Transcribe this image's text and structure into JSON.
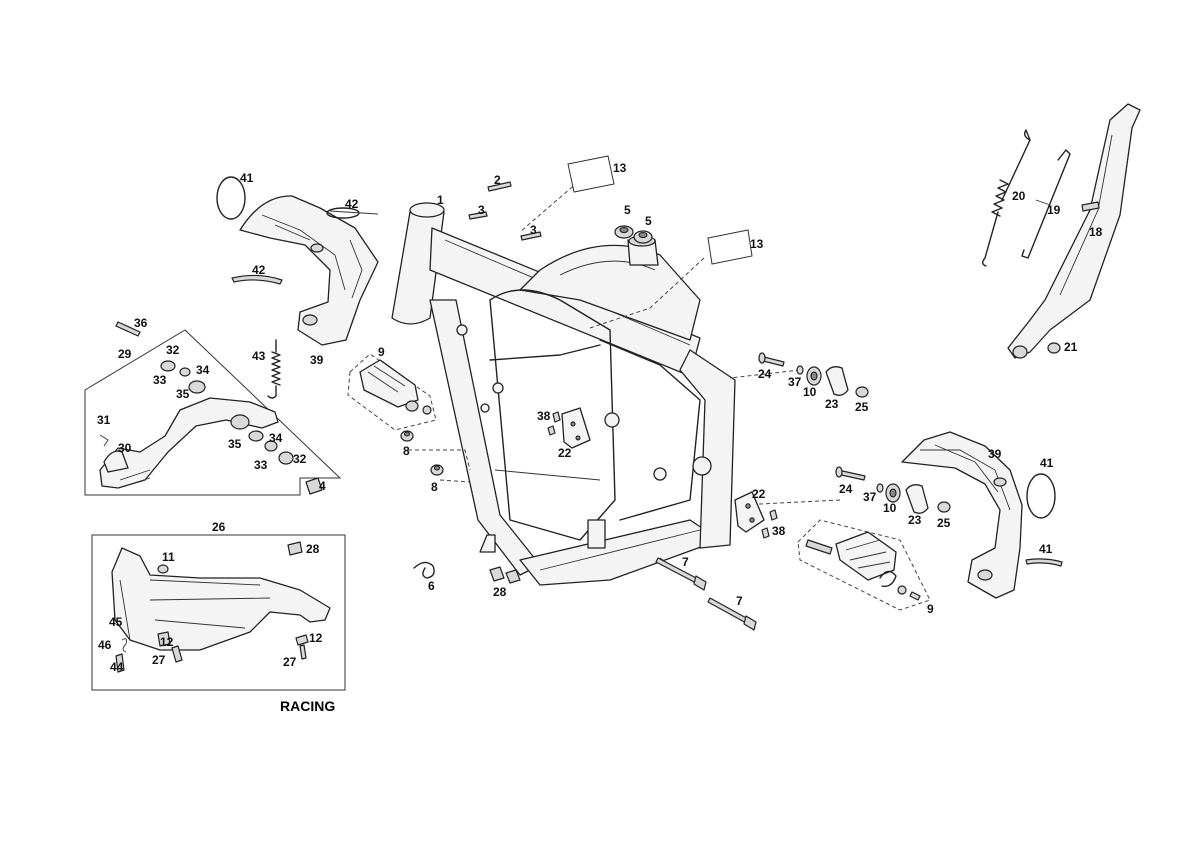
{
  "diagram": {
    "caption": "RACING",
    "callouts": {
      "c1": "1",
      "c2": "2",
      "c3a": "3",
      "c3b": "3",
      "c4": "4",
      "c5a": "5",
      "c5b": "5",
      "c6": "6",
      "c7a": "7",
      "c7b": "7",
      "c8a": "8",
      "c8b": "8",
      "c9a": "9",
      "c9b": "9",
      "c10a": "10",
      "c10b": "10",
      "c11": "11",
      "c12a": "12",
      "c12b": "12",
      "c13a": "13",
      "c13b": "13",
      "c18": "18",
      "c19": "19",
      "c20": "20",
      "c21": "21",
      "c22a": "22",
      "c22b": "22",
      "c23a": "23",
      "c23b": "23",
      "c24a": "24",
      "c24b": "24",
      "c25a": "25",
      "c25b": "25",
      "c26": "26",
      "c27a": "27",
      "c27b": "27",
      "c28a": "28",
      "c28b": "28",
      "c29": "29",
      "c30": "30",
      "c31": "31",
      "c32a": "32",
      "c32b": "32",
      "c33a": "33",
      "c33b": "33",
      "c34a": "34",
      "c34b": "34",
      "c35a": "35",
      "c35b": "35",
      "c36": "36",
      "c37a": "37",
      "c37b": "37",
      "c38a": "38",
      "c38b": "38",
      "c39a": "39",
      "c39b": "39",
      "c41a": "41",
      "c41b": "41",
      "c41c": "41",
      "c42a": "42",
      "c42b": "42",
      "c43": "43",
      "c44": "44",
      "c45": "45",
      "c46": "46"
    }
  }
}
